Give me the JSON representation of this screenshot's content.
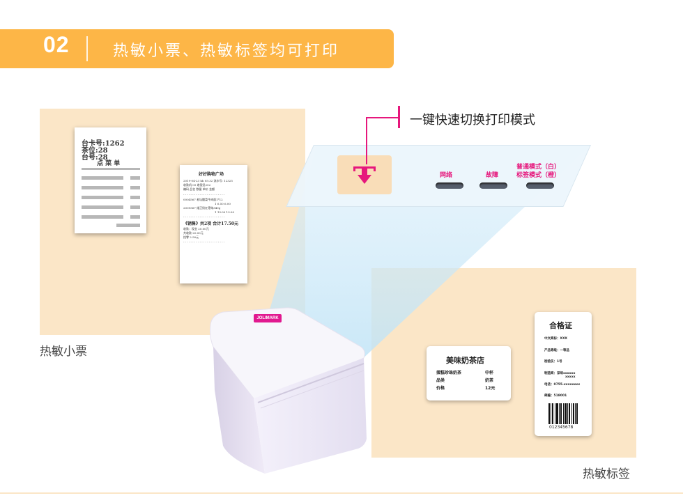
{
  "banner": {
    "number": "02",
    "title": "热敏小票、热敏标签均可打印",
    "color": "#fdb647"
  },
  "captions": {
    "receipt": "热敏小票",
    "label": "热敏标签"
  },
  "callout": {
    "text": "一键快速切换打印模式",
    "color": "#e6177c"
  },
  "control_panel": {
    "network": "网络",
    "fault": "故障",
    "mode_line1": "普通模式（白）",
    "mode_line2": "标签模式（橙）"
  },
  "receipt1": {
    "line1": "台卡号:1262",
    "line2": "茶位:28",
    "line3": "台号:28",
    "line4": "点 菜 单"
  },
  "receipt2": {
    "title": "好好购物广场",
    "meta1": "2019-04-23 hh 05:32 流水号: 12325",
    "meta2": "收款机 05  收银员202",
    "head": "编码   品名   数量   单价   金额",
    "item1": "0004567  老坛酸菜牛肉面1*12",
    "item1b": "1   6.50   6.00",
    "item2": "2001567  维正奶红枣纯340g",
    "item2b": "1   13.00  13.00",
    "total": "《销售》共2项 合计17.50元",
    "pay1": "收款：现金                    20.00元",
    "pay2": "共收款                          20.00元",
    "pay3": "找零                             2.50元"
  },
  "label1": {
    "title": "美味奶茶店",
    "rows": [
      {
        "k": "蛋糕珍珠奶茶",
        "v": "中杯"
      },
      {
        "k": "品类",
        "v": "奶茶"
      },
      {
        "k": "价格",
        "v": "12元"
      }
    ]
  },
  "label2": {
    "title": "合格证",
    "rows": [
      "中文商标：XXX",
      "产品等级：一等品",
      "检验员：1号",
      "制造商：深圳xxxxxx",
      "xxxxx",
      "电话：0755-xxxxxxxx",
      "邮编：518001"
    ],
    "barcode": "012345678"
  },
  "printer": {
    "brand": "JOLIMARK"
  }
}
